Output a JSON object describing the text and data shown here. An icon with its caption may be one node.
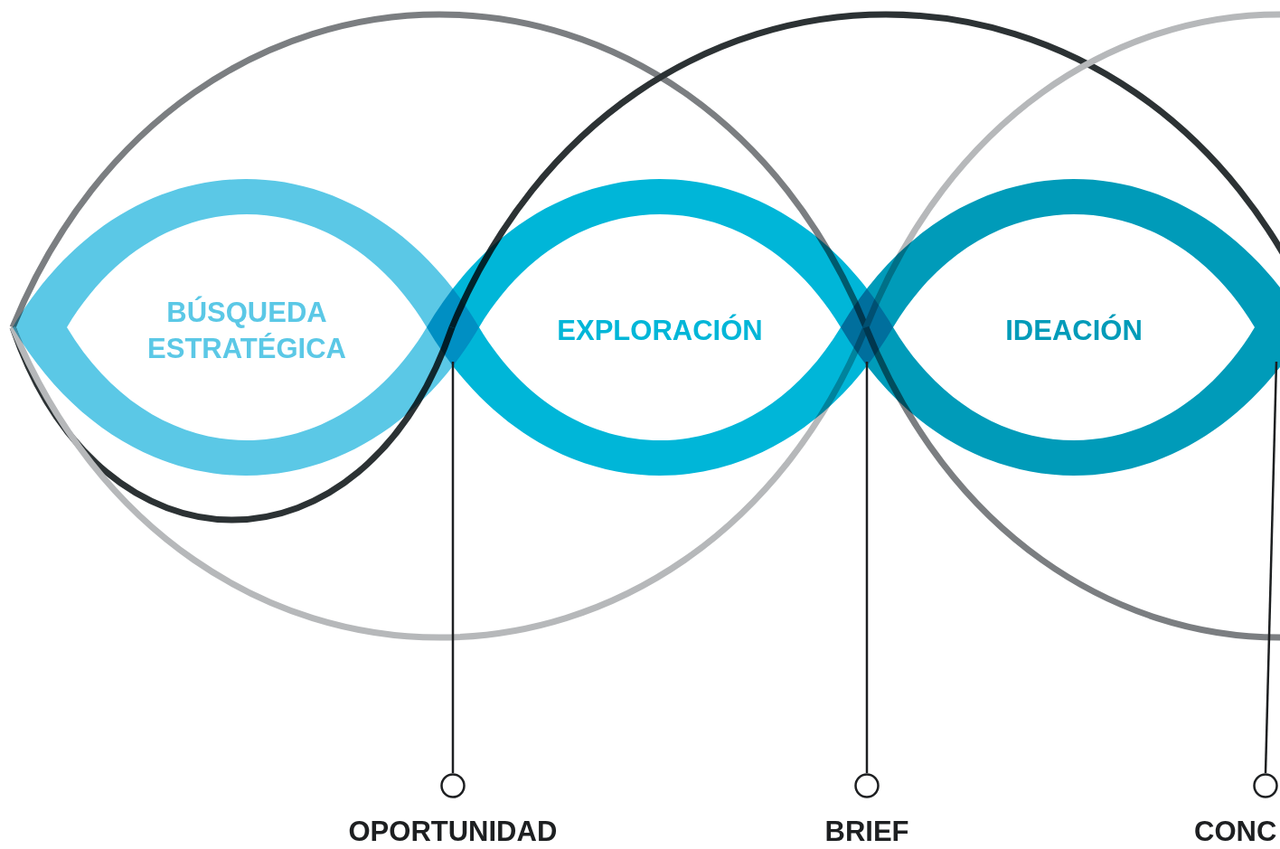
{
  "diagram": {
    "nodes": [
      {
        "text": [
          "BÚSQUEDA ESTRATÉGICA"
        ]
      },
      {
        "text": [
          "EXPLORACIÓN"
        ]
      },
      {
        "text": [
          "IDEACIÓN"
        ]
      },
      {
        "text": [
          "OPORTUNIDAD"
        ]
      },
      {
        "text": [
          "BRIEF"
        ]
      },
      {
        "text": [
          "CONC"
        ]
      }
    ],
    "edges": [
      {
        "from": 0,
        "to": 3,
        "arrow": "none"
      },
      {
        "from": 1,
        "to": 4,
        "arrow": "none"
      },
      {
        "from": 2,
        "to": 5,
        "arrow": "none"
      }
    ]
  }
}
